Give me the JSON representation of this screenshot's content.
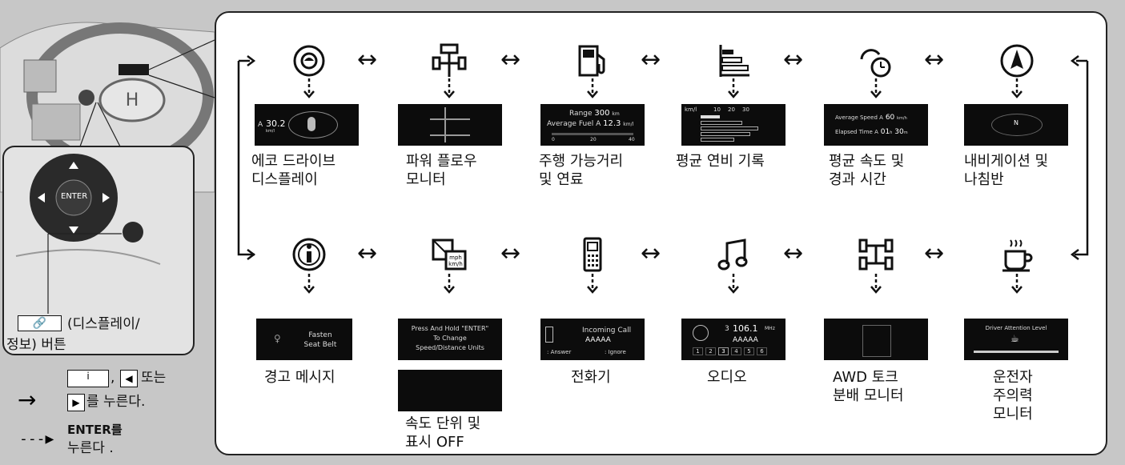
{
  "top_row": [
    {
      "label": "에코 드라이브\n디스플레이",
      "icon": "eco-drive-icon"
    },
    {
      "label": "파워 플로우\n모니터",
      "icon": "power-flow-icon"
    },
    {
      "label": "주행 가능거리\n및 연료",
      "icon": "fuel-pump-icon"
    },
    {
      "label": "평균 연비 기록",
      "icon": "bar-history-icon"
    },
    {
      "label": "평균 속도 및\n경과 시간",
      "icon": "speed-time-icon"
    },
    {
      "label": "내비게이션 및\n나침반",
      "icon": "compass-icon"
    }
  ],
  "bottom_row": [
    {
      "label": "경고 메시지",
      "icon": "info-icon"
    },
    {
      "label": "속도 단위 및\n표시 OFF",
      "icon": "speed-units-icon"
    },
    {
      "label": "전화기",
      "icon": "phone-icon"
    },
    {
      "label": "오디오",
      "icon": "music-note-icon"
    },
    {
      "label": "AWD 토크\n분배 모니터",
      "icon": "awd-icon"
    },
    {
      "label": "운전자\n주의력\n모니터",
      "icon": "coffee-cup-icon"
    }
  ],
  "screens": {
    "eco": {
      "a": "A",
      "val": "30.2",
      "unit": "km/l"
    },
    "range": {
      "range_label": "Range",
      "range_val": "300",
      "range_unit": "km",
      "fuel_label": "Average Fuel A",
      "fuel_val": "12.3",
      "fuel_unit": "km/l",
      "t0": "0",
      "t1": "20",
      "t2": "40"
    },
    "history": {
      "unit": "km/l",
      "t1": "10",
      "t2": "20",
      "t3": "30"
    },
    "avg_speed": {
      "l1": "Average Speed A",
      "v1": "60",
      "u1": "km/h",
      "l2": "Elapsed Time A",
      "v2": "01",
      "u2": "h",
      "v3": "30",
      "u3": "m"
    },
    "compass": {
      "n": "N"
    },
    "warning": {
      "l1": "Fasten",
      "l2": "Seat Belt"
    },
    "units": {
      "l1": "Press And Hold \"ENTER\"",
      "l2": "To Change",
      "l3": "Speed/Distance Units"
    },
    "phone": {
      "title": "Incoming Call",
      "caller": "AAAAA",
      "answer": ": Answer",
      "ignore": ": Ignore"
    },
    "audio": {
      "ch": "3",
      "freq": "106.1",
      "unit": "MHz",
      "name": "AAAAA",
      "presets": [
        "1",
        "2",
        "3",
        "4",
        "5",
        "6"
      ]
    },
    "attention": {
      "title": "Driver Attention Level"
    }
  },
  "dash": {
    "enter": "ENTER"
  },
  "button_caption": "(디스플레이/\n정보) 버튼",
  "legend": {
    "solid_suffix_1": ", ",
    "solid_suffix_2": "또는",
    "solid_line2": "를 누른다.",
    "dashed_key": "ENTER",
    "dashed_suffix": "를",
    "dashed_line2": "누른다 ."
  },
  "arrow_symbol": "↔"
}
